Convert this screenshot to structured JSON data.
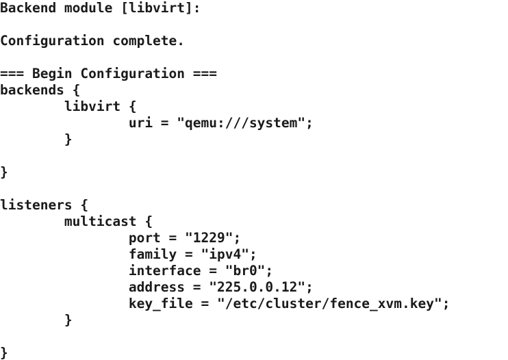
{
  "terminal": {
    "lines": [
      "Backend module [libvirt]:",
      "",
      "Configuration complete.",
      "",
      "=== Begin Configuration ===",
      "backends {",
      "        libvirt {",
      "                uri = \"qemu:///system\";",
      "        }",
      "",
      "}",
      "",
      "listeners {",
      "        multicast {",
      "                port = \"1229\";",
      "                family = \"ipv4\";",
      "                interface = \"br0\";",
      "                address = \"225.0.0.12\";",
      "                key_file = \"/etc/cluster/fence_xvm.key\";",
      "        }",
      "",
      "}"
    ]
  },
  "colors": {
    "background": "#ffffff",
    "text": "#1a1a1a"
  }
}
